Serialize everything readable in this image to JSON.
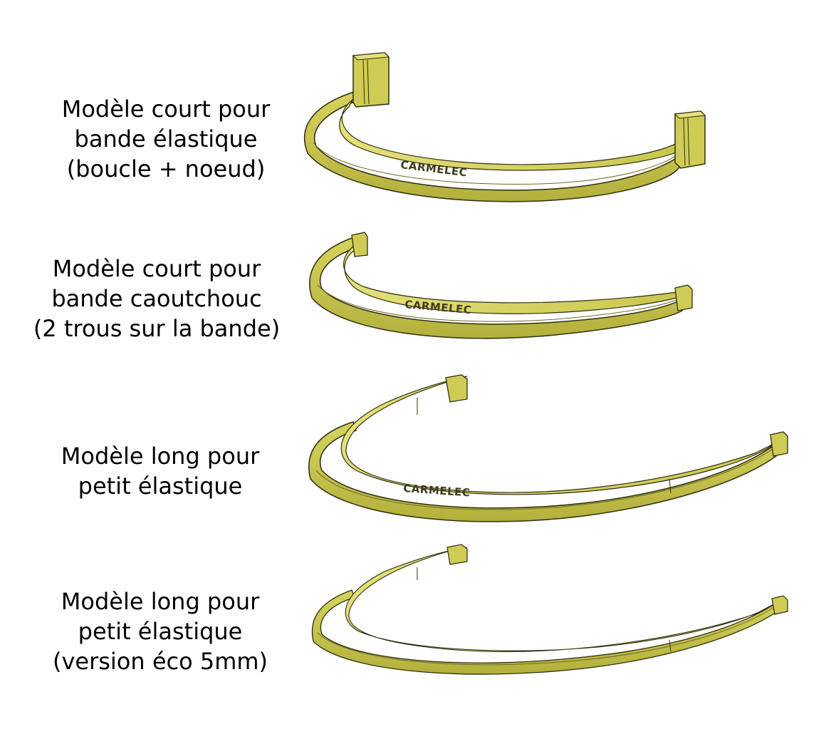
{
  "models": [
    {
      "lines": [
        "Modèle court pour",
        "bande élastique",
        "(boucle + noeud)"
      ],
      "brand": "CARMELEC"
    },
    {
      "lines": [
        "Modèle court pour",
        "bande caoutchouc",
        "(2 trous sur la bande)"
      ],
      "brand": "CARMELEC"
    },
    {
      "lines": [
        "Modèle long pour",
        "petit élastique"
      ],
      "brand": "CARMELEC"
    },
    {
      "lines": [
        "Modèle long pour",
        "petit élastique",
        "(version éco 5mm)"
      ]
    }
  ],
  "colors": {
    "band_face": "#c4c24a",
    "band_top": "#dcd96a",
    "band_dark": "#8f8c2c",
    "outline": "#2f2d12"
  }
}
